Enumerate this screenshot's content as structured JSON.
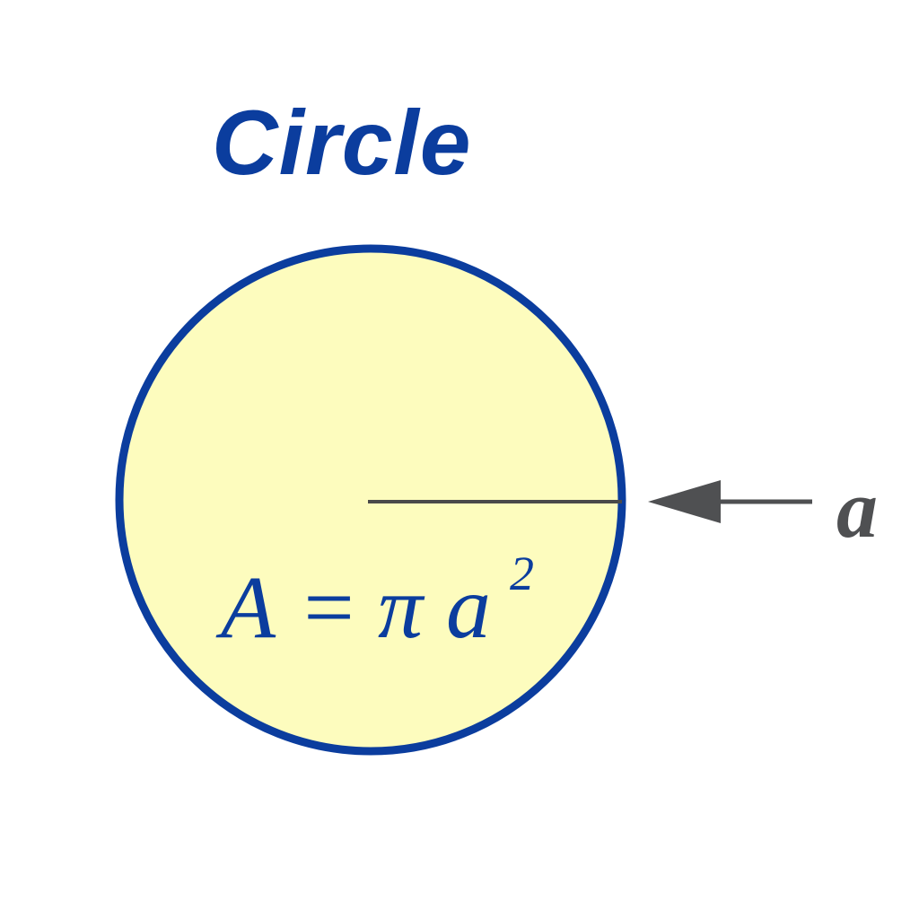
{
  "title": "Circle",
  "formula": {
    "lhs": "A",
    "equals": "=",
    "pi": "π",
    "var": "a",
    "exponent": "2"
  },
  "radius_label": "a",
  "colors": {
    "title": "#0b3d9e",
    "circle_fill": "#fdfcbe",
    "circle_stroke": "#0b3d9e",
    "formula": "#0b3d9e",
    "radius_line": "#4a4a4a",
    "arrow": "#4f5052",
    "radius_label": "#4f5052"
  }
}
